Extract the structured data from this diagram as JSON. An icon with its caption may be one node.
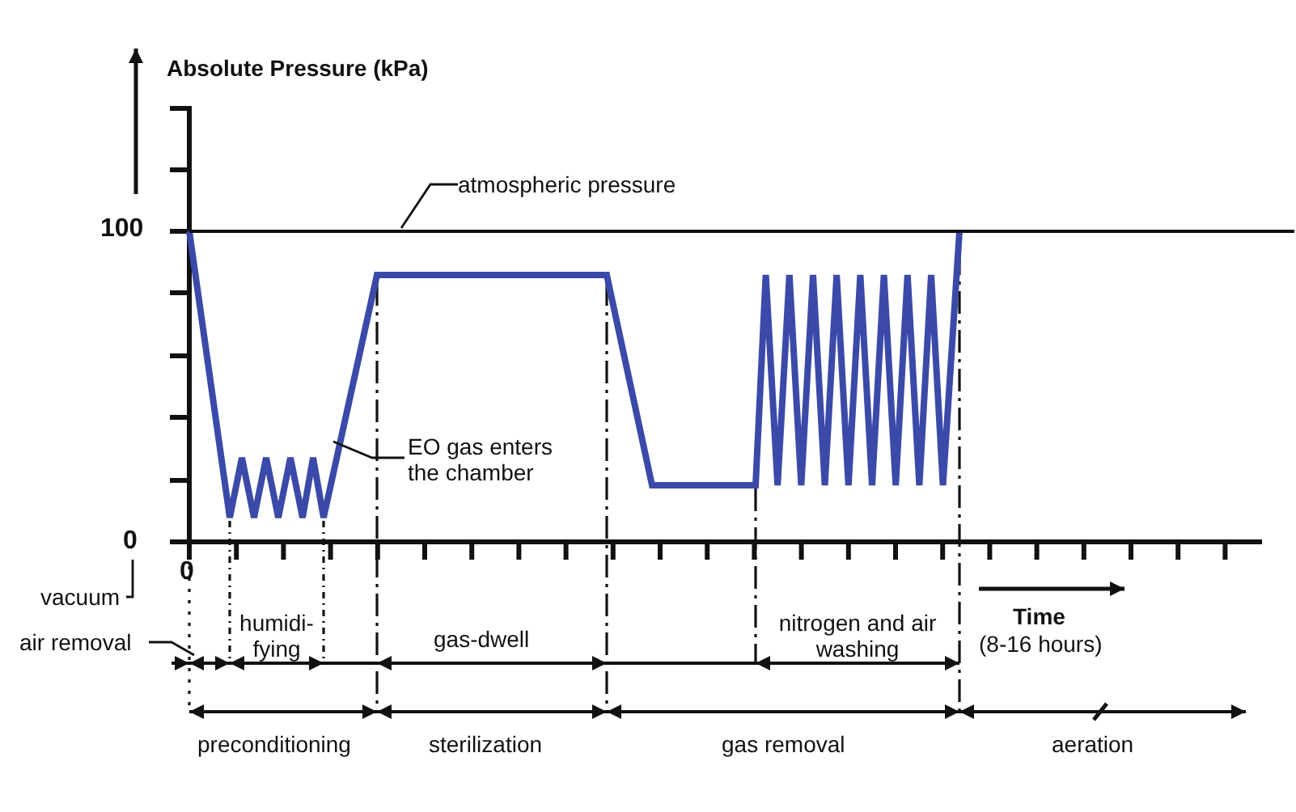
{
  "diagram": {
    "nodes": [
      {
        "text": [
          "atmospheric pressure"
        ]
      },
      {
        "text": [],
        "shape": "line"
      },
      {
        "text": [
          "EO gas enters the chamber"
        ]
      },
      {
        "text": [
          "vacuum"
        ]
      },
      {
        "text": [
          "0"
        ]
      },
      {
        "text": [
          "air removal"
        ]
      }
    ],
    "edges": [
      {
        "from": 0,
        "to": 1,
        "arrow": "none"
      },
      {
        "from": 2,
        "to": null,
        "arrow": "none"
      },
      {
        "from": 3,
        "to": 4,
        "arrow": "none"
      },
      {
        "from": 5,
        "to": null,
        "arrow": "none"
      }
    ],
    "labels": [
      "Absolute Pressure (kPa)",
      "100",
      "0",
      "humidi- fying",
      "gas-dwell",
      "nitrogen and air washing",
      "Time",
      "(8-16 hours)",
      "preconditioning",
      "sterilization",
      "gas removal",
      "aeration"
    ]
  }
}
